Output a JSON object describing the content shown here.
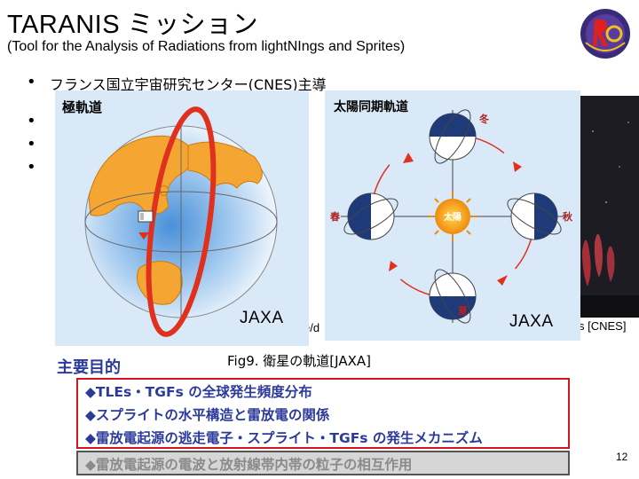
{
  "slide": {
    "title": "TARANIS ミッション",
    "subtitle": "(Tool for the Analysis of Radiations from lightNIngs and Sprites)",
    "page_number": "12"
  },
  "bullets": [
    "フランス国立宇宙研究センター(CNES)主導",
    "",
    "",
    ""
  ],
  "partial_text": {
    "frag1": ")",
    "frag2": "e/d"
  },
  "photo_credit": "s [CNES]",
  "figure": {
    "left_panel_label": "極軌道",
    "right_panel_label": "太陽同期軌道",
    "left_credit": "JAXA",
    "right_credit": "JAXA",
    "sun_label": "太陽",
    "season_winter": "冬",
    "season_spring": "春",
    "season_autumn": "秋",
    "season_summer": "夏",
    "caption": "Fig9. 衛星の軌道[JAXA]"
  },
  "goals": {
    "title": "主要目的",
    "items": [
      "◆TLEs・TGFs の全球発生頻度分布",
      "◆スプライトの水平構造と雷放電の関係",
      "◆雷放電起源の逃走電子・スプライト・TGFs の発生メカニズム"
    ],
    "inactive_item": "◆雷放電起源の電波と放射線帯内帯の粒子の相互作用"
  },
  "colors": {
    "goal_text": "#2c3b9a",
    "goal_border": "#d4141e",
    "panel_bg": "#d9e9f7",
    "orbit_red": "#e0301e"
  }
}
